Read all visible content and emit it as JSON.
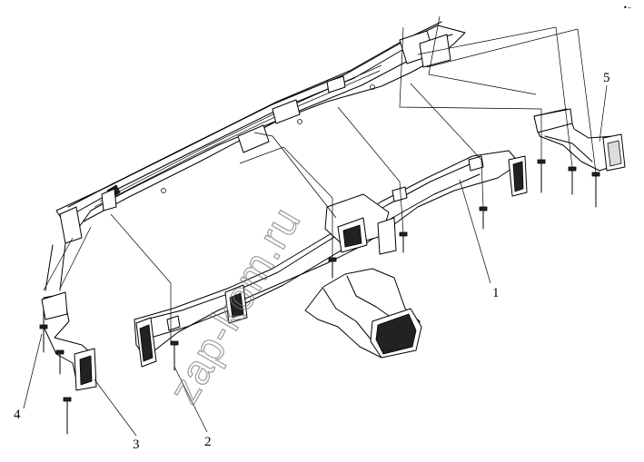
{
  "watermark": "zap-kom.ru",
  "corner_mark": "•–",
  "callouts": [
    {
      "id": "1",
      "text": "1"
    },
    {
      "id": "2",
      "text": "2"
    },
    {
      "id": "3",
      "text": "3"
    },
    {
      "id": "4",
      "text": "4"
    },
    {
      "id": "5",
      "text": "5"
    }
  ]
}
